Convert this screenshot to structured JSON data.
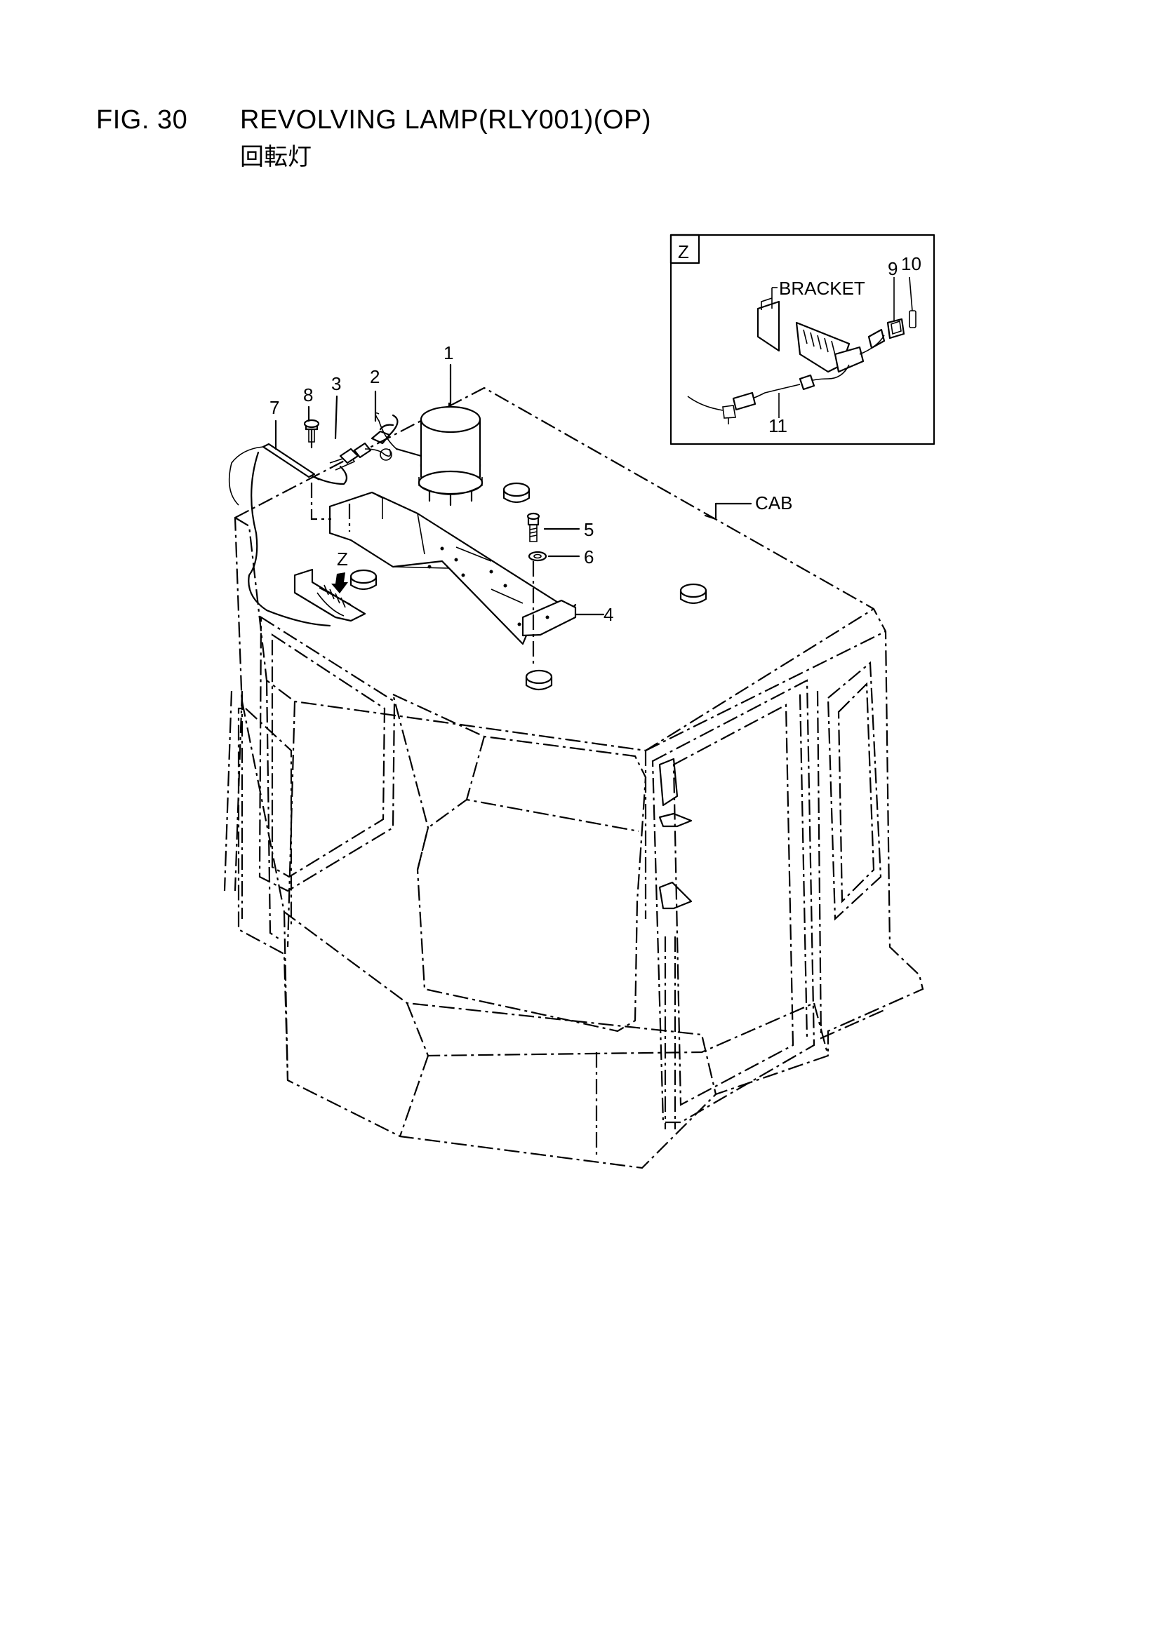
{
  "header": {
    "figure_number": "FIG. 30",
    "title": "REVOLVING LAMP(RLY001)(OP)",
    "subtitle": "回転灯"
  },
  "callouts": {
    "c1": "1",
    "c2": "2",
    "c3": "3",
    "c4": "4",
    "c5": "5",
    "c6": "6",
    "c7": "7",
    "c8": "8",
    "c9": "9",
    "c10": "10",
    "c11": "11"
  },
  "labels": {
    "cab": "CAB",
    "bracket": "BRACKET",
    "view_z": "Z",
    "view_arrow": "Z"
  }
}
